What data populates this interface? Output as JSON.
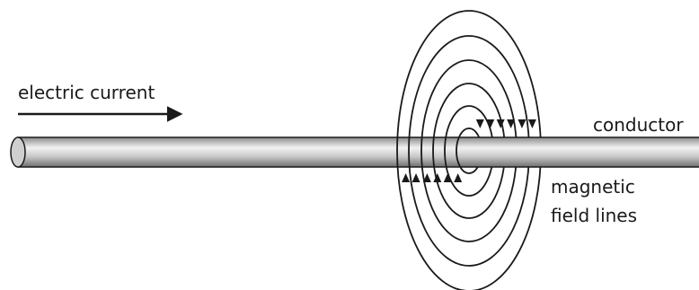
{
  "labels": {
    "current": "electric current",
    "conductor": "conductor",
    "field_line1": "magnetic",
    "field_line2": "field lines"
  },
  "field_loop_count": 6,
  "colors": {
    "stroke": "#1a1a1a",
    "rod_light": "#f2f2f2",
    "rod_mid": "#bdbdbd",
    "rod_dark": "#8a8a8a",
    "background": "#ffffff"
  }
}
